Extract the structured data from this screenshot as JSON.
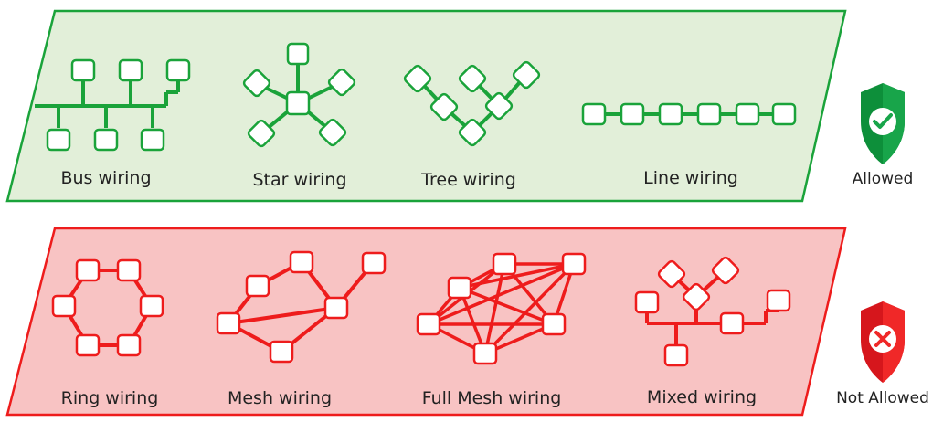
{
  "allowed_group": {
    "status_label": "Allowed",
    "status_icon": "shield-check-icon",
    "stroke_color": "#1aa33a",
    "fill_color": "#e2efd9",
    "topologies": [
      {
        "key": "bus",
        "label": "Bus wiring"
      },
      {
        "key": "star",
        "label": "Star wiring"
      },
      {
        "key": "tree",
        "label": "Tree wiring"
      },
      {
        "key": "line",
        "label": "Line wiring"
      }
    ]
  },
  "not_allowed_group": {
    "status_label": "Not Allowed",
    "status_icon": "shield-x-icon",
    "stroke_color": "#ee1c1c",
    "fill_color": "#f8c3c3",
    "topologies": [
      {
        "key": "ring",
        "label": "Ring wiring"
      },
      {
        "key": "mesh",
        "label": "Mesh wiring"
      },
      {
        "key": "full_mesh",
        "label": "Full Mesh wiring"
      },
      {
        "key": "mixed",
        "label": "Mixed wiring"
      }
    ]
  }
}
